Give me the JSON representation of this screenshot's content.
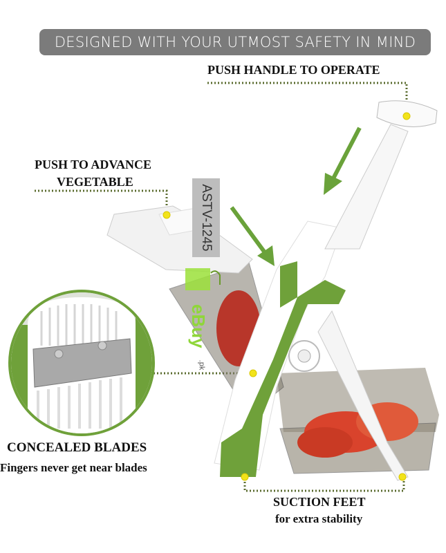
{
  "banner": {
    "title": "DESIGNED WITH YOUR UTMOST SAFETY IN MIND"
  },
  "callouts": {
    "handle": "PUSH HANDLE TO OPERATE",
    "advance_line1": "PUSH TO ADVANCE",
    "advance_line2": "VEGETABLE",
    "blades_title": "CONCEALED BLADES",
    "blades_sub": "Fingers never get near blades",
    "feet_title": "SUCTION FEET",
    "feet_sub": "for extra stability"
  },
  "watermark": {
    "code": "ASTV-1245",
    "brand": "eBuy",
    "domain": ".pk"
  },
  "colors": {
    "banner": "#7b7b7b",
    "green": "#6fa13a",
    "dot": "#f2e31b",
    "dotted": "#5a6b2e",
    "arrow": "#6aa23a"
  }
}
